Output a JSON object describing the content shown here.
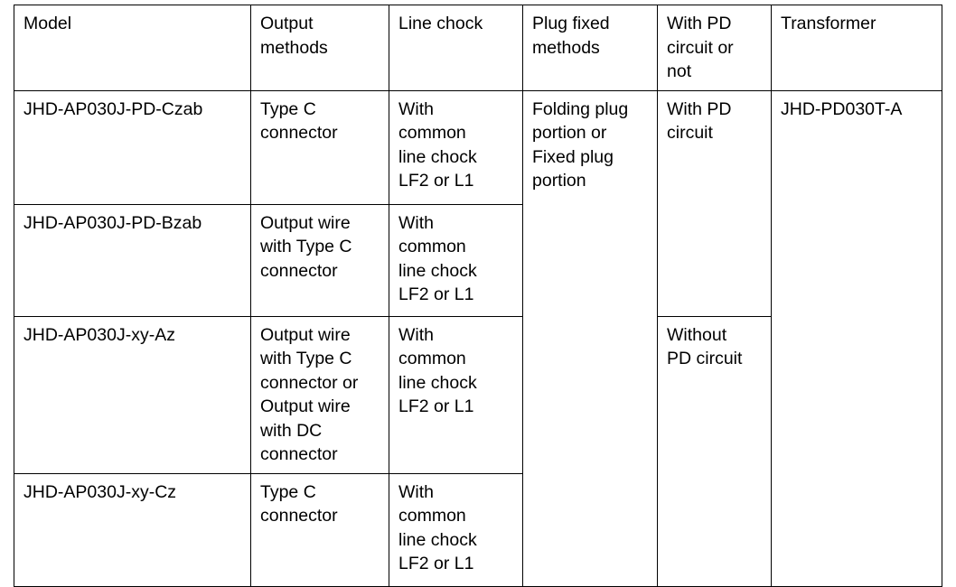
{
  "table": {
    "columns": [
      {
        "key": "model",
        "label": "Model"
      },
      {
        "key": "output",
        "label": "Output\nmethods"
      },
      {
        "key": "chock",
        "label": "Line chock"
      },
      {
        "key": "plug",
        "label": "Plug fixed\nmethods"
      },
      {
        "key": "pd",
        "label": "With PD\ncircuit or\nnot"
      },
      {
        "key": "transformer",
        "label": "Transformer"
      }
    ],
    "rows": [
      {
        "model": "JHD-AP030J-PD-Czab",
        "output": "Type C\nconnector",
        "chock": "With\ncommon\nline chock\nLF2 or L1",
        "plug": "Folding plug\nportion or\nFixed plug\nportion",
        "pd": "With PD\ncircuit",
        "transformer": "JHD-PD030T-A"
      },
      {
        "model": "JHD-AP030J-PD-Bzab",
        "output": "Output wire\nwith Type C\nconnector",
        "chock": "With\ncommon\nline chock\nLF2 or L1"
      },
      {
        "model": "JHD-AP030J-xy-Az",
        "output": "Output wire\nwith Type C\nconnector or\nOutput wire\nwith DC\nconnector",
        "chock": "With\ncommon\nline chock\nLF2 or L1",
        "pd": "Without\nPD circuit"
      },
      {
        "model": "JHD-AP030J-xy-Cz",
        "output": "Type C\nconnector",
        "chock": "With\ncommon\nline chock\nLF2 or L1"
      }
    ]
  },
  "style": {
    "border_color": "#000000",
    "text_color": "#000000",
    "background": "#ffffff"
  }
}
